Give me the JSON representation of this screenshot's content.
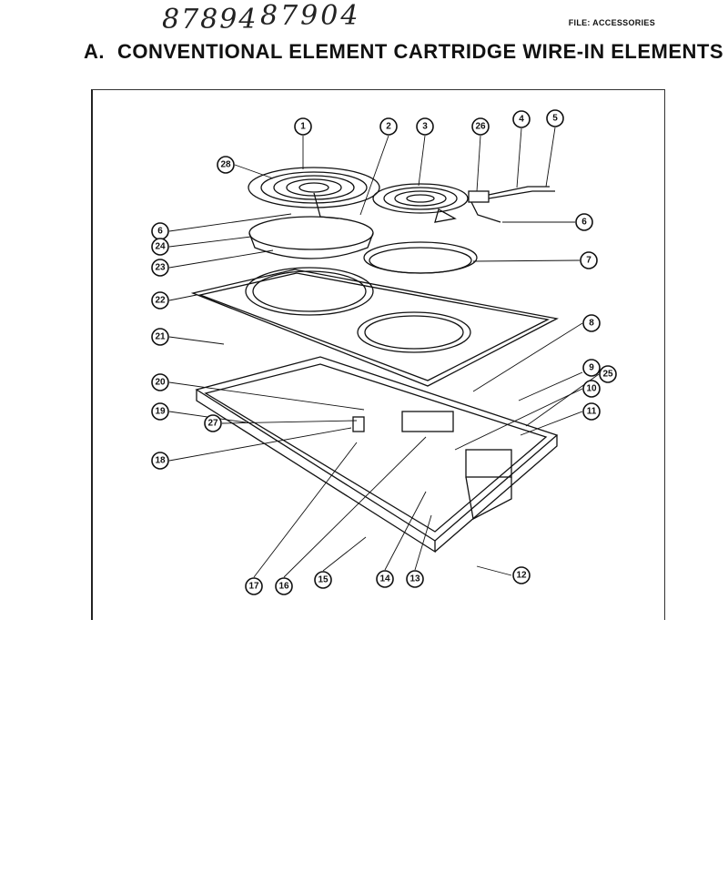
{
  "header": {
    "handwritten_a": "87894",
    "handwritten_b": "87904",
    "file_label": "FILE: ACCESSORIES"
  },
  "title": {
    "prefix": "A.",
    "text": "CONVENTIONAL ELEMENT CARTRIDGE WIRE-IN ELEMENTS"
  },
  "callouts": [
    "1",
    "2",
    "3",
    "26",
    "4",
    "5",
    "28",
    "6",
    "6",
    "24",
    "23",
    "7",
    "22",
    "8",
    "21",
    "9",
    "25",
    "20",
    "10",
    "19",
    "27",
    "11",
    "18",
    "17",
    "16",
    "15",
    "14",
    "13",
    "12"
  ]
}
